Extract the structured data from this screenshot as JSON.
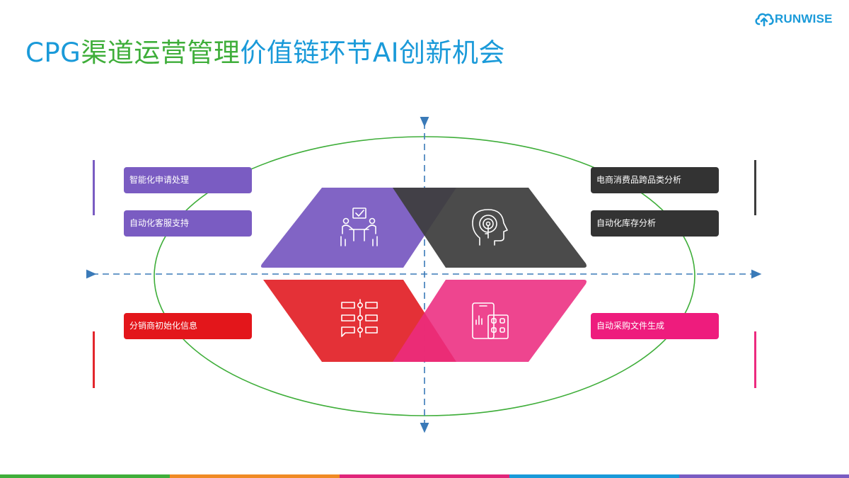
{
  "logo": {
    "text": "RUNWISE"
  },
  "title": {
    "part1": "CPG",
    "part2": "渠道运营管理",
    "part3": "价值链环节AI创新机会"
  },
  "labels": {
    "top_left_1": "智能化申请处理",
    "top_left_2": "自动化客服支持",
    "bottom_left_1": "分销商初始化信息",
    "top_right_1": "电商消费品跨品类分析",
    "top_right_2": "自动化库存分析",
    "bottom_right_1": "自动采购文件生成"
  },
  "colors": {
    "blue": "#1a9ad9",
    "green": "#3fae3a",
    "purple": "#7a5cc2",
    "dark": "#3d3d3d",
    "red": "#e3262c",
    "pink": "#ec2b7f",
    "axis": "#3a7ab8"
  },
  "icons": {
    "q1": "team-meeting-icon",
    "q2": "ai-head-icon",
    "q3": "workflow-list-icon",
    "q4": "mobile-calculator-icon"
  }
}
